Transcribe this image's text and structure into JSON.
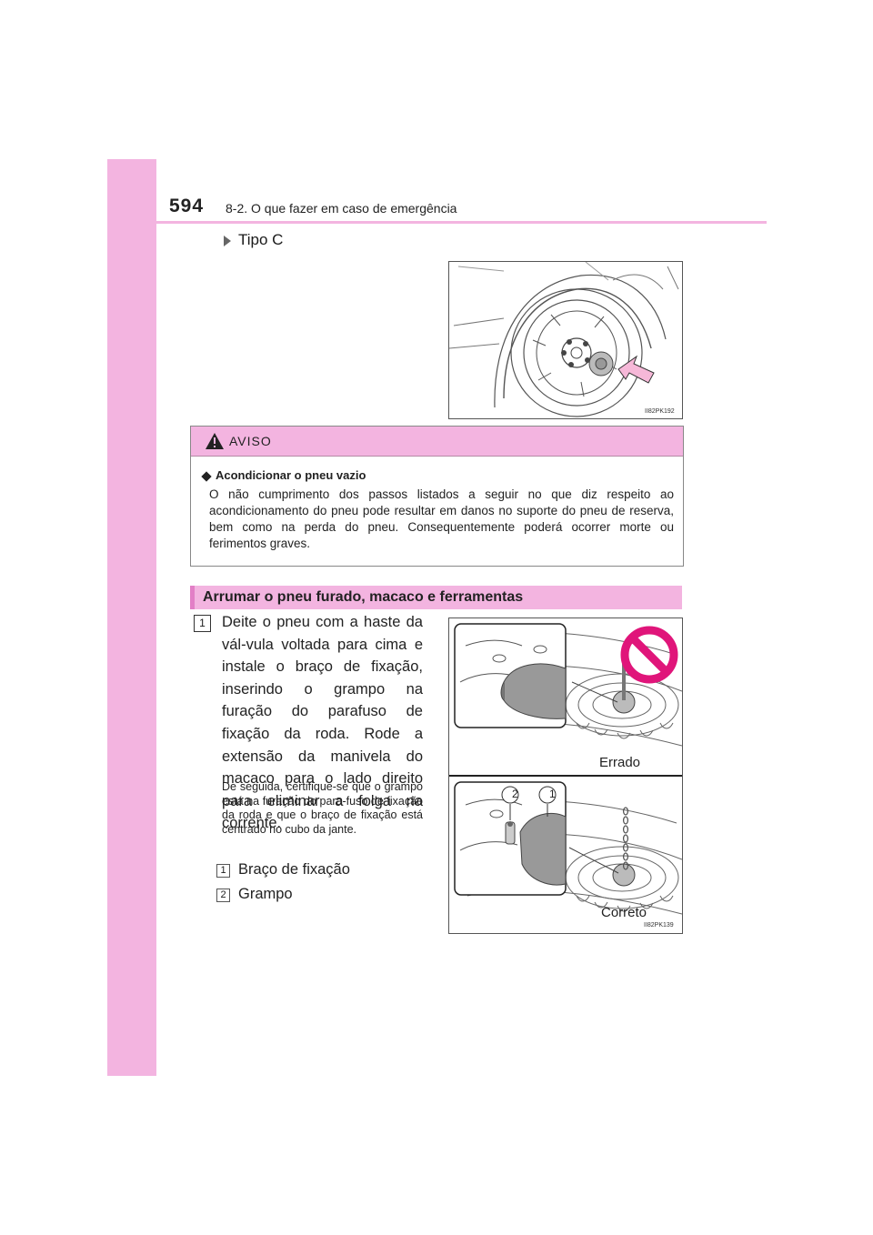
{
  "header": {
    "page_number": "594",
    "chapter": "8-2. O que fazer em caso de emergência"
  },
  "tipo": {
    "label": "Tipo C"
  },
  "figure1": {
    "code": "II82PK192"
  },
  "warning": {
    "title": "AVISO",
    "subtitle": "Acondicionar o pneu vazio",
    "body": "O não cumprimento dos passos listados a seguir no que diz respeito ao acondicionamento do pneu pode resultar em danos no suporte do pneu de reserva, bem como na perda do pneu. Consequentemente poderá ocorrer morte ou ferimentos graves."
  },
  "section": {
    "title": "Arrumar o pneu furado, macaco e ferramentas"
  },
  "step1": {
    "number": "1",
    "text": "Deite o pneu com a haste da vál-vula voltada para cima e instale o braço de fixação, inserindo o grampo na furação do parafuso de fixação da roda. Rode a extensão da manivela do macaco para o lado direito para eliminar a folga na corrente.",
    "note": "De seguida, certifique-se que o grampo está na furação do para-fuso de fixação da roda e que o braço de fixação está centrado no cubo da jante."
  },
  "parts": [
    {
      "number": "1",
      "label": "Braço de fixação"
    },
    {
      "number": "2",
      "label": "Grampo"
    }
  ],
  "figure2": {
    "code": "II82PK139",
    "wrong_label": "Errado",
    "right_label": "Correto",
    "callout_1": "1",
    "callout_2": "2"
  },
  "colors": {
    "accent": "#f3b4e0",
    "accent_dark": "#e27fc6",
    "prohibit": "#e0157a"
  }
}
